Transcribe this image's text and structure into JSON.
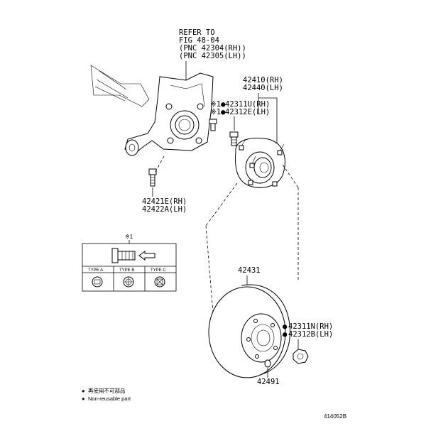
{
  "refer": {
    "line1": "REFER TO",
    "line2": "FIG 48-04",
    "line3": "(PNC 42304(RH))",
    "line4": "(PNC 42305(LH))"
  },
  "parts": {
    "hub_rh": "42410(RH)",
    "hub_lh": "42440(LH)",
    "bolt_rh": "42311U(RH)",
    "bolt_lh": "42312E(LH)",
    "knuckle_bolt_rh": "42421E(RH)",
    "knuckle_bolt_lh": "42422A(LH)",
    "rotor": "42431",
    "stud_rh": "42311N(RH)",
    "stud_lh": "42312B(LH)",
    "plug": "42491"
  },
  "marks": {
    "asterisk1": "※1",
    "bullet": "●"
  },
  "inset": {
    "title": "※1",
    "types": [
      "TYPE A",
      "TYPE B",
      "TYPE C"
    ]
  },
  "legend": {
    "line1": "再使用不可部品",
    "line2": "Non-reusable part"
  },
  "figure_id": "414052B"
}
